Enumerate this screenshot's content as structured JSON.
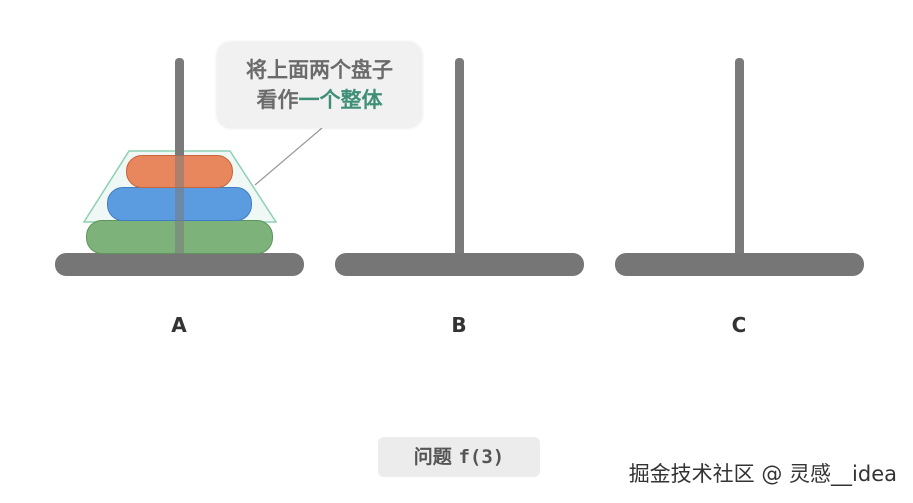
{
  "callout": {
    "line1": "将上面两个盘子",
    "line2_prefix": "看作",
    "line2_highlight": "一个整体"
  },
  "pegs": [
    {
      "label": "A"
    },
    {
      "label": "B"
    },
    {
      "label": "C"
    }
  ],
  "caption": {
    "text": "问题",
    "expr": "f(3)"
  },
  "watermark": "掘金技术社区 @ 灵感__idea",
  "colors": {
    "rod": "#7a7a7a",
    "disk_small": "#e8875d",
    "disk_medium": "#5b9be0",
    "disk_large": "#7db27a",
    "group_outline": "#8ed0b4",
    "highlight_text": "#3f8f78"
  }
}
